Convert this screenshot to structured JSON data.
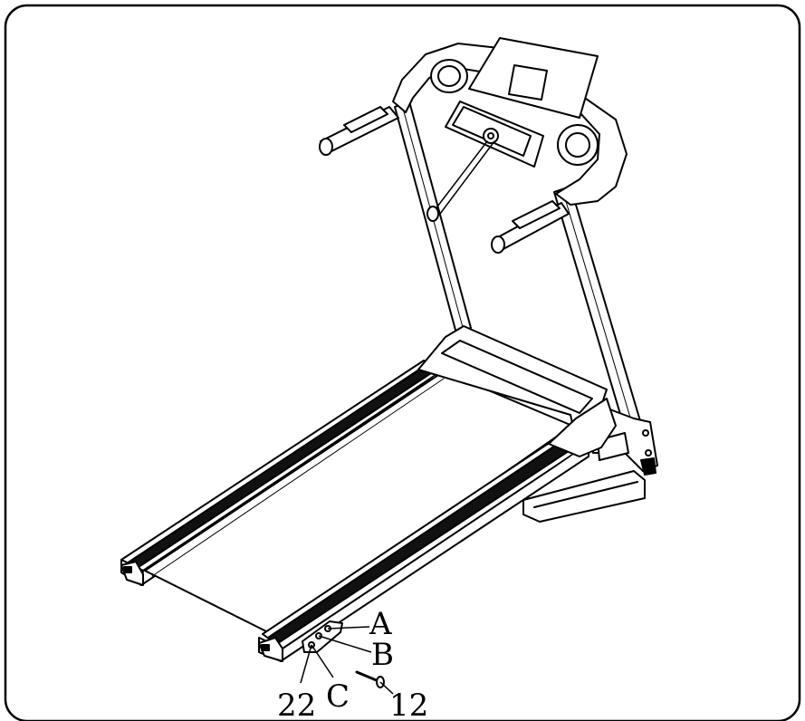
{
  "diagram": {
    "callouts": {
      "a": "A",
      "b": "B",
      "c": "C",
      "part_22": "22",
      "part_12": "12"
    }
  }
}
